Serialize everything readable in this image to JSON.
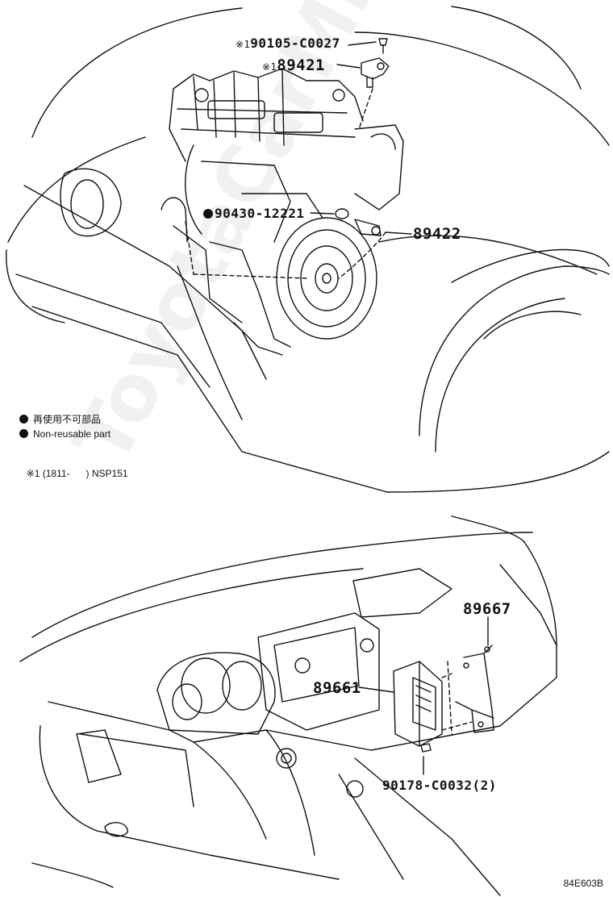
{
  "parts": {
    "bolt": "90105-C0027",
    "crank_sensor": "89421",
    "gasket": "90430-12221",
    "knock_sensor": "89422",
    "bracket": "89667",
    "ecu": "89661",
    "nut": "90178-C0032(2)"
  },
  "marks": {
    "ref1": "※1"
  },
  "legend": {
    "jp": "再使用不可部品",
    "en": "Non-reusable part",
    "note": "※1 (1811-      ) NSP151"
  },
  "watermark": "ToyotaCarMine.ru",
  "figure_code": "84E603B",
  "colors": {
    "line": "#111111"
  }
}
